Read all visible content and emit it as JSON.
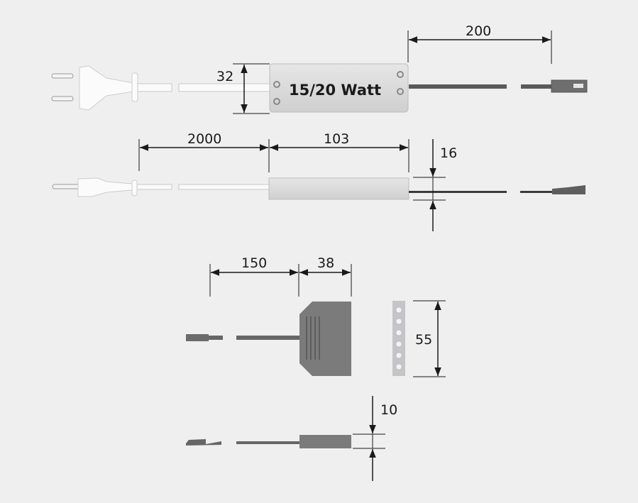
{
  "diagram": {
    "type": "technical-dimension-drawing",
    "background": "#efeff0",
    "colors": {
      "dimension_line": "#1a1a1a",
      "cable_white": "#fafafa",
      "cable_grey": "#5a5a5a",
      "driver_body": "#d8d8d8",
      "distributor_body": "#7b7b7b"
    },
    "transformer_top_view": {
      "label": "15/20 Watt",
      "height_dim": "32",
      "output_cable_dim": "200"
    },
    "transformer_side_view": {
      "cable_dim": "2000",
      "length_dim": "103",
      "height_dim": "16"
    },
    "distributor_top_view": {
      "cable_dim": "150",
      "width_dim": "38",
      "height_dim": "55",
      "ports": 6
    },
    "distributor_side_view": {
      "height_dim": "10"
    }
  }
}
